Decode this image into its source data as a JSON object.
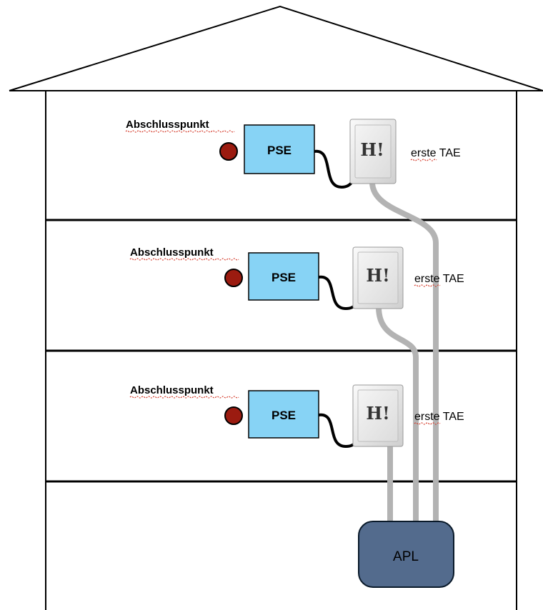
{
  "floors": [
    {
      "termination_label": "Abschlusspunkt",
      "pse_label": "PSE",
      "tae_label_part1": "erste",
      "tae_label_part2": " TAE"
    },
    {
      "termination_label": "Abschlusspunkt",
      "pse_label": "PSE",
      "tae_label_part1": "erste",
      "tae_label_part2": " TAE"
    },
    {
      "termination_label": "Abschlusspunkt",
      "pse_label": "PSE",
      "tae_label_part1": "erste",
      "tae_label_part2": " TAE"
    }
  ],
  "apl": {
    "label": "APL"
  },
  "tae_socket_glyph": "H!",
  "colors": {
    "pse_fill": "#87d3f5",
    "apl_fill": "#536b8d",
    "termination_dot": "#9b1b10",
    "cable_gray": "#b3b3b3",
    "wall_line": "#000000"
  }
}
